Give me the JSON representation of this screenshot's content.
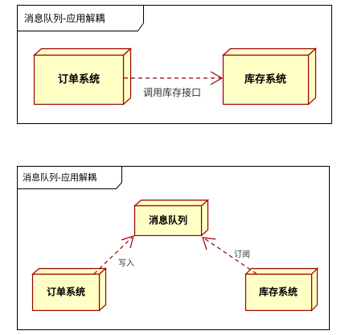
{
  "diagram_top": {
    "frame_title": "消息队列-应用解耦",
    "nodes": {
      "order": "订单系统",
      "inventory": "库存系统"
    },
    "edge_label": "调用库存接口"
  },
  "diagram_bottom": {
    "frame_title": "消息队列-应用解耦",
    "nodes": {
      "queue": "消息队列",
      "order": "订单系统",
      "inventory": "库存系统"
    },
    "edge_labels": {
      "write": "写入",
      "subscribe": "订阅"
    }
  },
  "colors": {
    "node_fill": "#ffffc6",
    "node_border": "#990000",
    "edge": "#990000",
    "frame": "#000000"
  }
}
